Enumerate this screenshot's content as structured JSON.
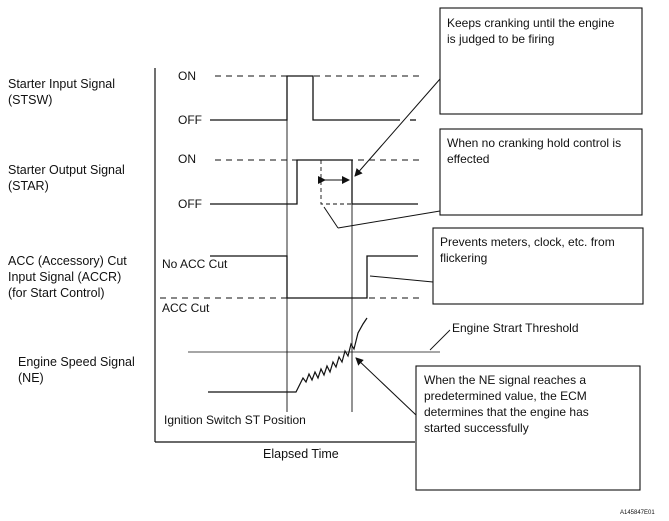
{
  "signals": {
    "stsw": {
      "name": "Starter Input Signal",
      "code": "(STSW)",
      "high": "ON",
      "low": "OFF"
    },
    "star": {
      "name": "Starter Output Signal",
      "code": "(STAR)",
      "high": "ON",
      "low": "OFF"
    },
    "accr": {
      "line1": "ACC (Accessory) Cut",
      "line2": "Input Signal (ACCR)",
      "line3": "(for Start Control)",
      "high": "No ACC Cut",
      "low": "ACC Cut"
    },
    "ne": {
      "name": "Engine Speed Signal",
      "code": "(NE)"
    }
  },
  "threshold_label": "Engine Strart Threshold",
  "ignition_label": "Ignition Switch ST Position",
  "axis_label": "Elapsed Time",
  "figure_code": "A145847E01",
  "callouts": {
    "cranking": {
      "line1": "Keeps cranking until the engine",
      "line2": "is judged to be firing"
    },
    "no_hold": {
      "line1": "When no cranking hold control is",
      "line2": "effected"
    },
    "meters": {
      "line1": "Prevents meters, clock, etc. from",
      "line2": "flickering"
    },
    "ne_signal": {
      "line1": "When the NE signal reaches a",
      "line2": "predetermined value, the ECM",
      "line3": "determines that the engine has",
      "line4": "started successfully"
    }
  },
  "colors": {
    "line": "#111111",
    "background": "#ffffff"
  }
}
